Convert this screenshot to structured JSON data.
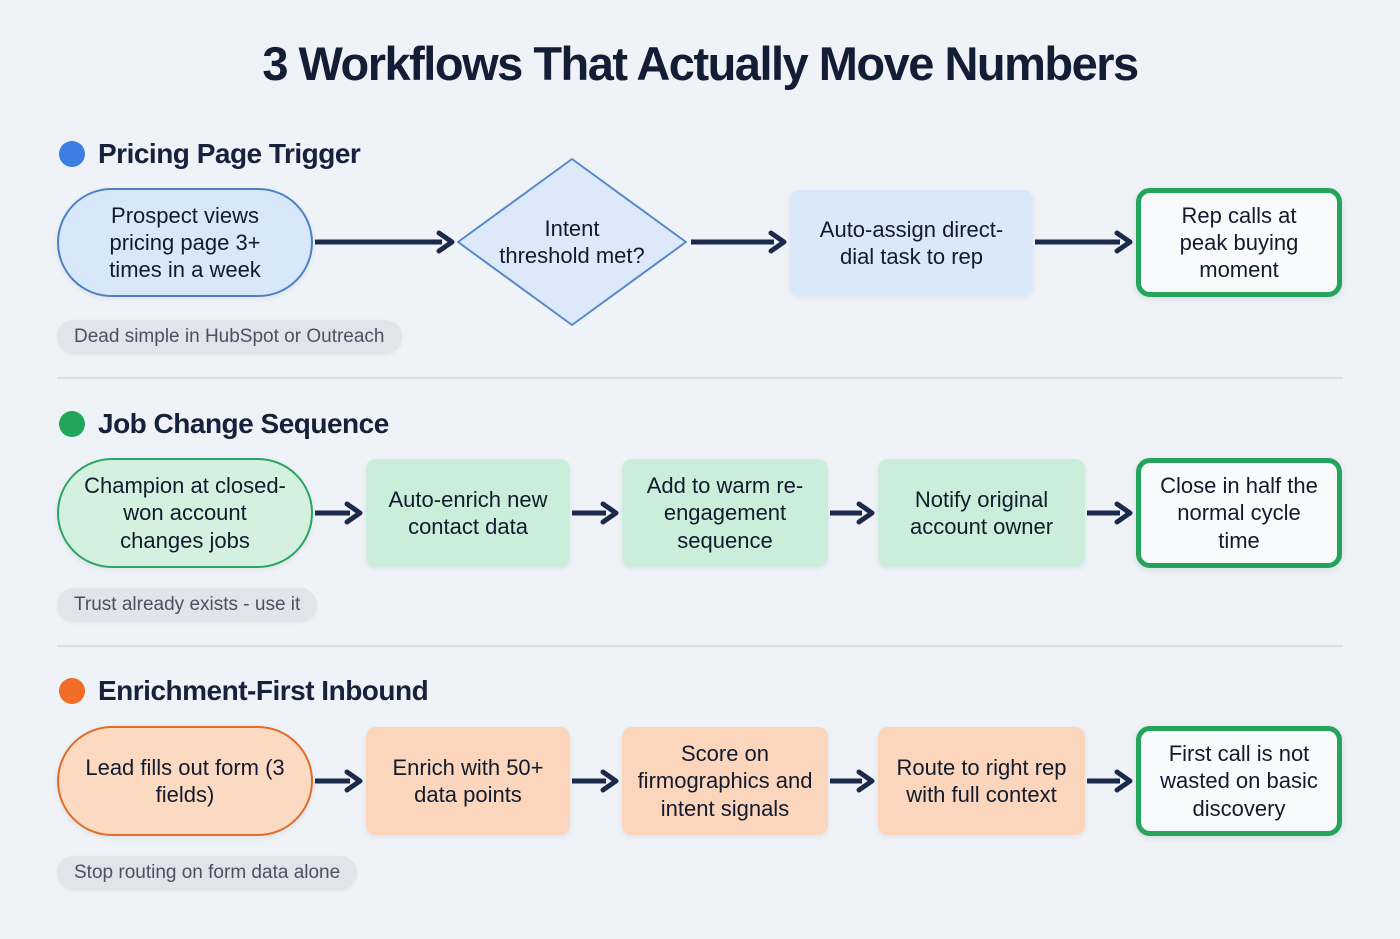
{
  "title": "3 Workflows That Actually Move Numbers",
  "colors": {
    "background": "#eff2f7",
    "title_text": "#131d36",
    "arrow": "#1b2a4a",
    "divider": "#d9dde4",
    "note_background": "#e2e4eb",
    "note_text": "#4b5163",
    "outcome_border": "#25a45b",
    "outcome_fill": "#f8fafc",
    "blue": {
      "dot": "#3b7de1",
      "node_fill": "#d8e7f9",
      "node_border": "#4b82c6"
    },
    "green": {
      "dot": "#21a65c",
      "node_fill": "#cbeeda",
      "node_border": "#2aa562"
    },
    "orange": {
      "dot": "#f06c27",
      "node_fill": "#fbd6bd",
      "node_border": "#df6c29"
    }
  },
  "workflows": [
    {
      "heading": "Pricing Page Trigger",
      "accent": "blue",
      "nodes": {
        "start": "Prospect views pricing page 3+ times in a week",
        "decision": "Intent threshold met?",
        "step": "Auto-assign direct-dial task to rep",
        "outcome": "Rep calls at peak buying moment"
      },
      "note": "Dead simple in HubSpot or Outreach"
    },
    {
      "heading": "Job Change Sequence",
      "accent": "green",
      "nodes": {
        "start": "Champion at closed-won account changes jobs",
        "steps": [
          "Auto-enrich new contact data",
          "Add to warm re-engagement sequence",
          "Notify original account owner"
        ],
        "outcome": "Close in half the normal cycle time"
      },
      "note": "Trust already exists - use it"
    },
    {
      "heading": "Enrichment-First Inbound",
      "accent": "orange",
      "nodes": {
        "start": "Lead fills out form (3 fields)",
        "steps": [
          "Enrich with 50+ data points",
          "Score on firmographics and intent signals",
          "Route to right rep with full context"
        ],
        "outcome": "First call is not wasted on basic discovery"
      },
      "note": "Stop routing on form data alone"
    }
  ]
}
